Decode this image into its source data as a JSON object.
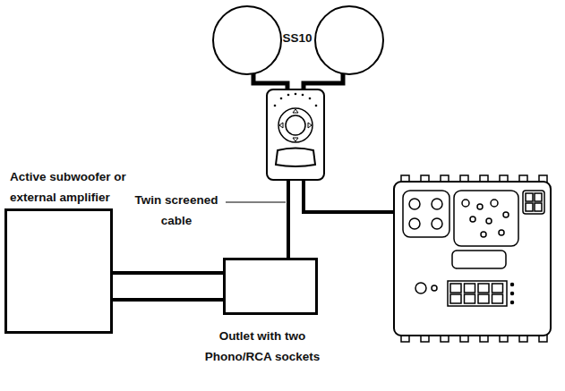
{
  "diagram": {
    "nodes": [
      {
        "text": [
          "Active subwoofer or external amplifier"
        ]
      },
      {
        "text": [
          "Outlet with two Phono/RCA sockets"
        ]
      }
    ],
    "edges": [
      {
        "from": 0,
        "to": 1,
        "arrow": "none"
      }
    ],
    "labels": [
      "SS10",
      "Twin screened cable"
    ]
  }
}
